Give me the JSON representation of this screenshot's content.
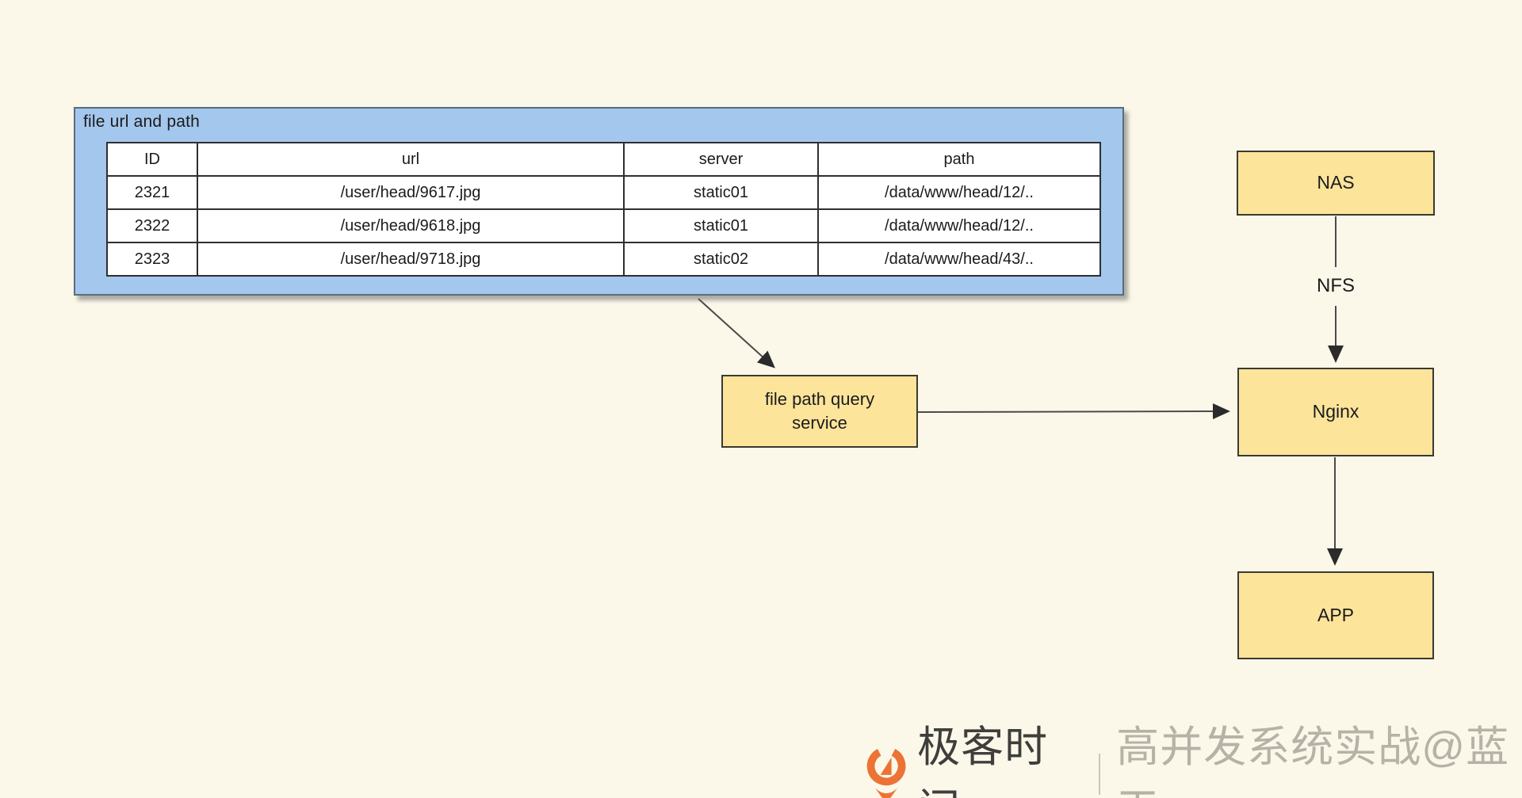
{
  "panel": {
    "title": "file url and path"
  },
  "table": {
    "headers": [
      "ID",
      "url",
      "server",
      "path"
    ],
    "rows": [
      [
        "2321",
        "/user/head/9617.jpg",
        "static01",
        "/data/www/head/12/.."
      ],
      [
        "2322",
        "/user/head/9618.jpg",
        "static01",
        "/data/www/head/12/.."
      ],
      [
        "2323",
        "/user/head/9718.jpg",
        "static02",
        "/data/www/head/43/.."
      ]
    ]
  },
  "nodes": {
    "service": {
      "label_line1": "file path query",
      "label_line2": "service"
    },
    "nas": {
      "label": "NAS"
    },
    "nginx": {
      "label": "Nginx"
    },
    "app": {
      "label": "APP"
    }
  },
  "edges": {
    "nas_nginx_label": "NFS"
  },
  "footer": {
    "brand": "极客时间",
    "watermark": "高并发系统实战@蓝天",
    "logo_icon": "geektime-logo-icon"
  },
  "colors": {
    "background": "#FBF8EA",
    "panel_blue": "#A4C7ED",
    "node_yellow": "#FCE49B",
    "border_dark": "#3A3A32",
    "arrow": "#4A4A4A",
    "logo_orange": "#EC7335",
    "brand_text": "#3F3E3C",
    "watermark_text": "#B5B2A6"
  }
}
